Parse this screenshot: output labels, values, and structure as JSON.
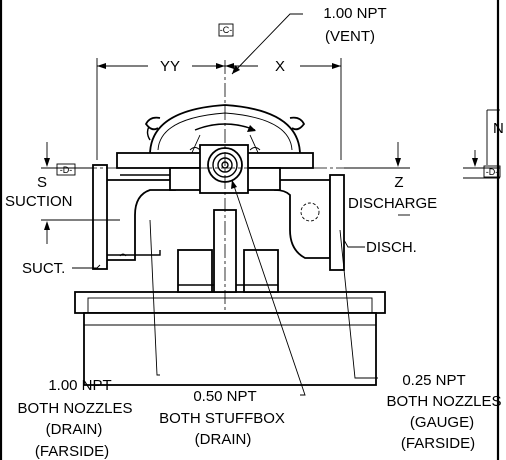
{
  "labels": {
    "vent_npt": "1.00 NPT",
    "vent": "(VENT)",
    "datum_c": "-C-",
    "datum_d_left": "-D-",
    "datum_d_right": "-D-",
    "dim_yy": "YY",
    "dim_x": "X",
    "dim_s": "S",
    "dim_z": "Z",
    "dim_n": "N",
    "suction": "SUCTION",
    "discharge": "DISCHARGE",
    "suct": "SUCT.",
    "disch": "DISCH.",
    "drain_npt": "1.00 NPT",
    "drain_both": "BOTH NOZZLES",
    "drain": "(DRAIN)",
    "drain_farside": "(FARSIDE)",
    "stuffbox_npt": "0.50 NPT",
    "stuffbox_both": "BOTH STUFFBOX",
    "stuffbox_drain": "(DRAIN)",
    "gauge_npt": "0.25 NPT",
    "gauge_both": "BOTH NOZZLES",
    "gauge": "(GAUGE)",
    "gauge_farside": "(FARSIDE)"
  }
}
